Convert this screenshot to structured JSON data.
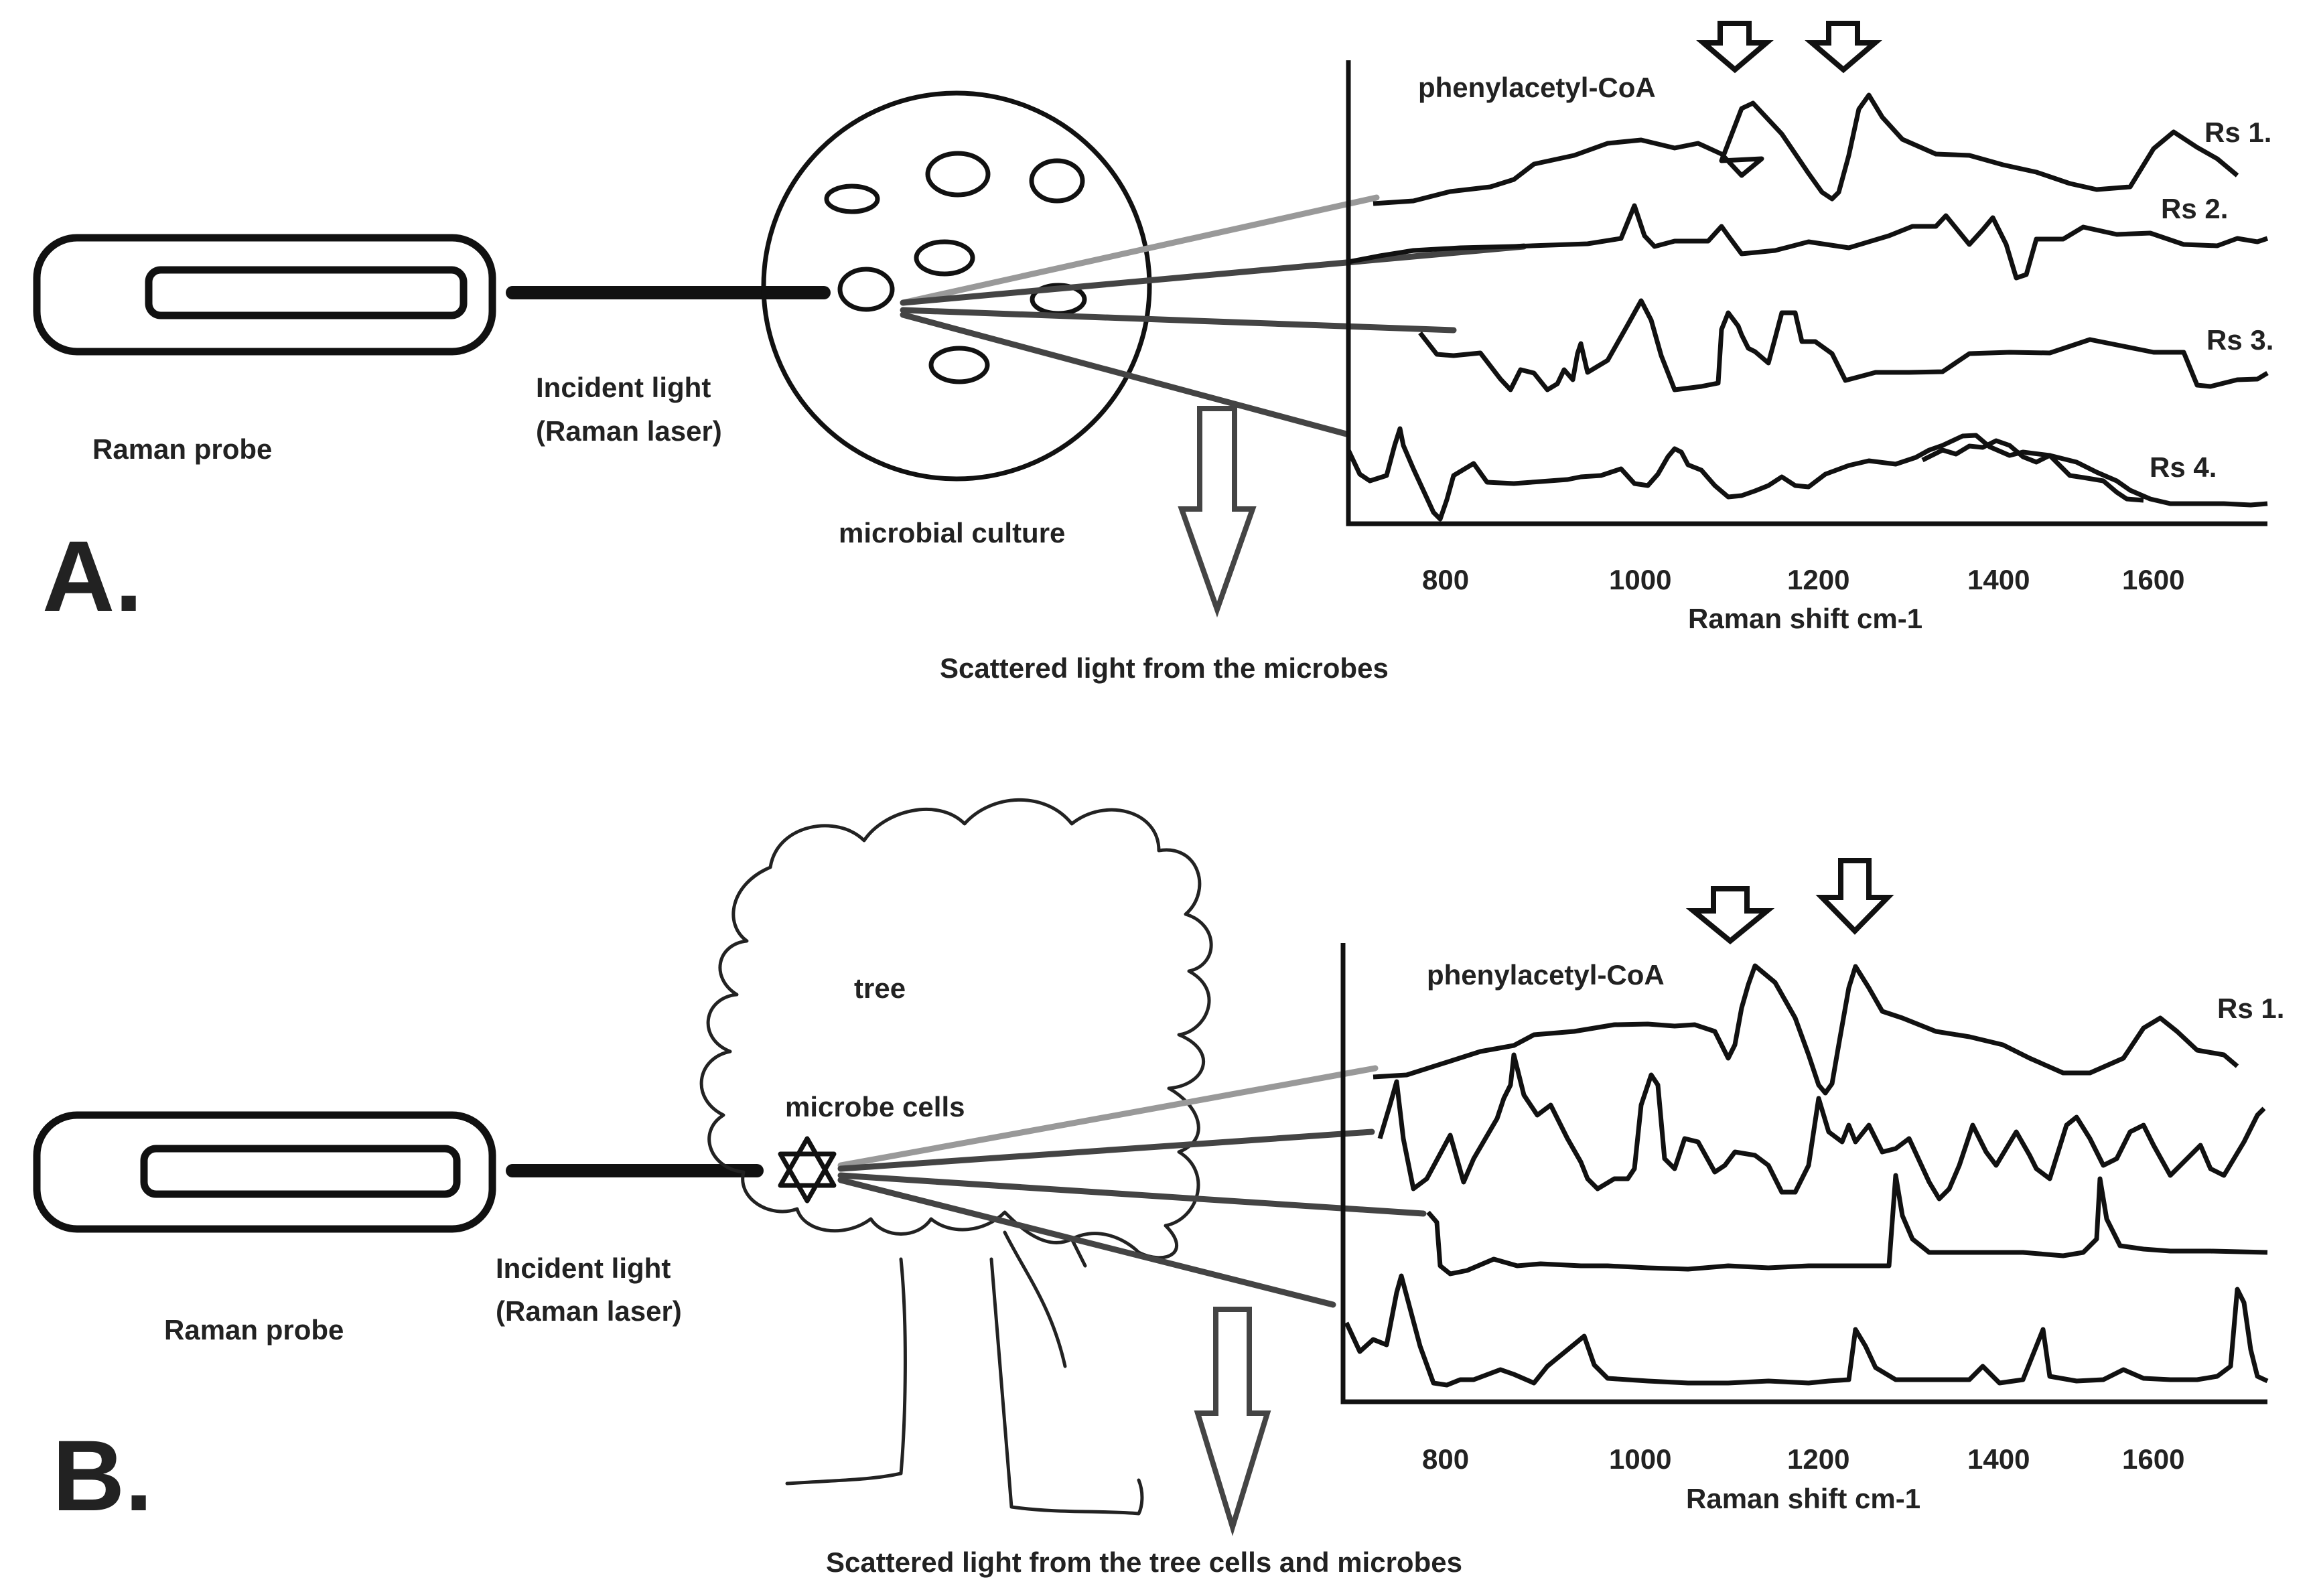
{
  "panels": [
    {
      "id": "A",
      "panel_label": "A.",
      "probe_label": "Raman probe",
      "incident_label_line1": "Incident light",
      "incident_label_line2": "(Raman laser)",
      "sample_label": "microbial culture",
      "scatter_label": "Scattered light from the microbes",
      "peak_label": "phenylacetyl-CoA",
      "x_axis_label": "Raman shift cm-1",
      "x_ticks": [
        "800",
        "1000",
        "1200",
        "1400",
        "1600"
      ],
      "series_labels": [
        "Rs 1.",
        "Rs 2.",
        "Rs 3.",
        "Rs 4."
      ]
    },
    {
      "id": "B",
      "panel_label": "B.",
      "probe_label": "Raman probe",
      "incident_label_line1": "Incident light",
      "incident_label_line2": "(Raman laser)",
      "tree_label": "tree",
      "cells_label": "microbe cells",
      "scatter_label": "Scattered light from the tree cells and microbes",
      "peak_label": "phenylacetyl-CoA",
      "x_axis_label": "Raman shift cm-1",
      "x_ticks": [
        "800",
        "1000",
        "1200",
        "1400",
        "1600"
      ],
      "series_labels": [
        "Rs 1."
      ]
    }
  ],
  "colors": {
    "ink": "#111111",
    "ray": "#444444",
    "ray_light": "#999999",
    "background": "#ffffff"
  },
  "icons": [
    "raman-probe-icon",
    "petri-dish-icon",
    "tree-icon",
    "star-icon",
    "down-arrow-icon"
  ]
}
